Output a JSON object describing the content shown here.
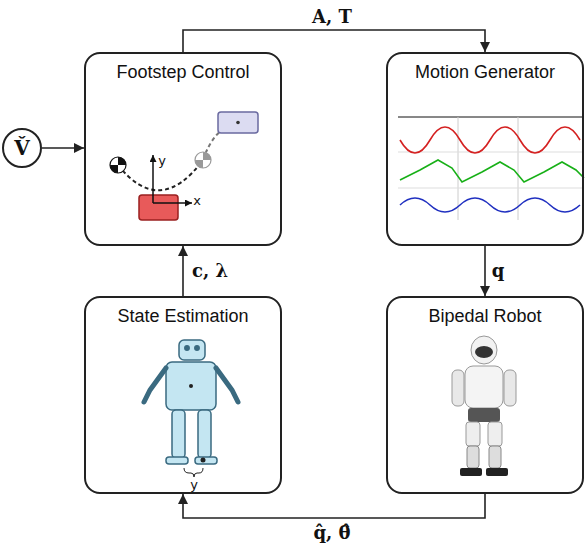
{
  "diagram": {
    "nodes": [
      {
        "text": [
          "V̌"
        ]
      },
      {
        "text": [
          "Footstep Control"
        ]
      },
      {
        "text": [
          "Motion Generator"
        ]
      },
      {
        "text": [
          "State Estimation"
        ]
      },
      {
        "text": [
          "Bipedal Robot"
        ]
      }
    ],
    "edges": [
      {
        "from": 0,
        "to": 1,
        "arrow": "to"
      },
      {
        "from": 1,
        "to": 2,
        "arrow": "to",
        "label": "A, T"
      },
      {
        "from": 2,
        "to": 4,
        "arrow": "to",
        "label": "q"
      },
      {
        "from": 4,
        "to": 3,
        "arrow": "to",
        "label": "q̂, θ̂"
      },
      {
        "from": 3,
        "to": 1,
        "arrow": "to",
        "label": "c, λ"
      }
    ],
    "labels": [
      "x",
      "y",
      "y"
    ]
  }
}
